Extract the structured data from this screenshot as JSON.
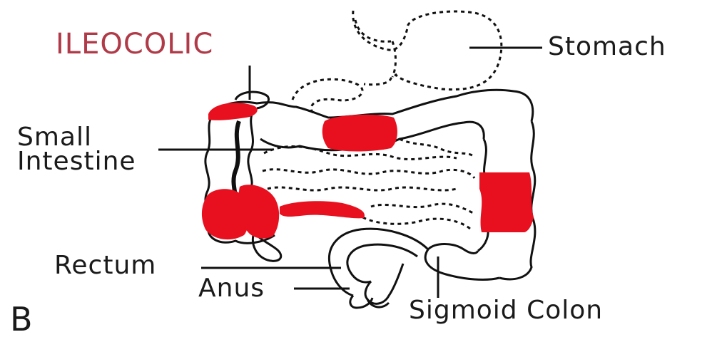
{
  "title": "ILEOCOLIC",
  "labels": {
    "stomach": "Stomach",
    "small_intestine_line1": "Small",
    "small_intestine_line2": "Intestine",
    "rectum": "Rectum",
    "anus": "Anus",
    "sigmoid_colon": "Sigmoid Colon",
    "panel": "B"
  },
  "colors": {
    "highlight": "#e8101e",
    "title": "#b03a48",
    "outline": "#111111"
  }
}
